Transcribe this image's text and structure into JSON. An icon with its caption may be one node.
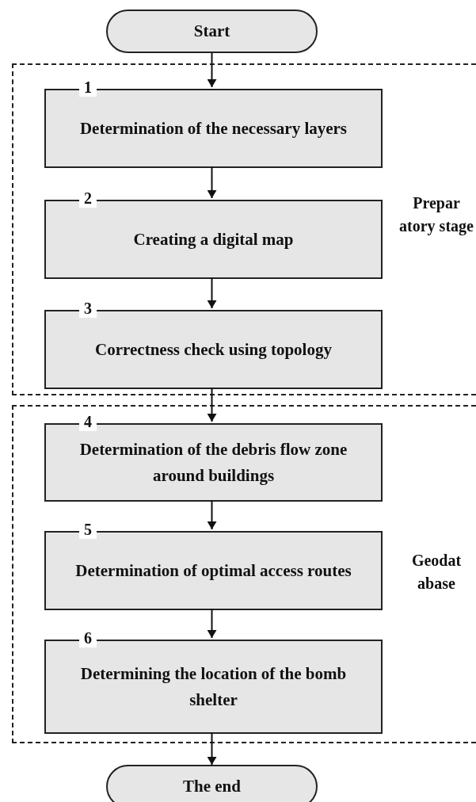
{
  "diagram": {
    "nodes": [
      {
        "text": [
          "Start"
        ]
      },
      {
        "text": [
          "Prepar atory stage"
        ]
      },
      {
        "text": [
          "1",
          "Determination of the necessary layers"
        ],
        "in": 1
      },
      {
        "text": [
          "2",
          "Creating a digital map"
        ],
        "in": 1
      },
      {
        "text": [
          "3",
          "Correctness check using topology"
        ],
        "in": 1
      },
      {
        "text": [
          "Geodat abase"
        ]
      },
      {
        "text": [
          "4",
          "Determination of the debris flow zone around buildings"
        ],
        "in": 5
      },
      {
        "text": [
          "5",
          "Determination of optimal access routes"
        ],
        "in": 5
      },
      {
        "text": [
          "6",
          "Determining the location of the bomb shelter"
        ],
        "in": 5
      },
      {
        "text": [
          "The end"
        ]
      }
    ],
    "edges": [
      {
        "from": 0,
        "to": 2,
        "arrow": "to"
      },
      {
        "from": 2,
        "to": 3,
        "arrow": "to"
      },
      {
        "from": 3,
        "to": 4,
        "arrow": "to"
      },
      {
        "from": 4,
        "to": 6,
        "arrow": "to"
      },
      {
        "from": 6,
        "to": 7,
        "arrow": "to"
      },
      {
        "from": 7,
        "to": 8,
        "arrow": "to"
      },
      {
        "from": 8,
        "to": 9,
        "arrow": "to"
      }
    ]
  }
}
